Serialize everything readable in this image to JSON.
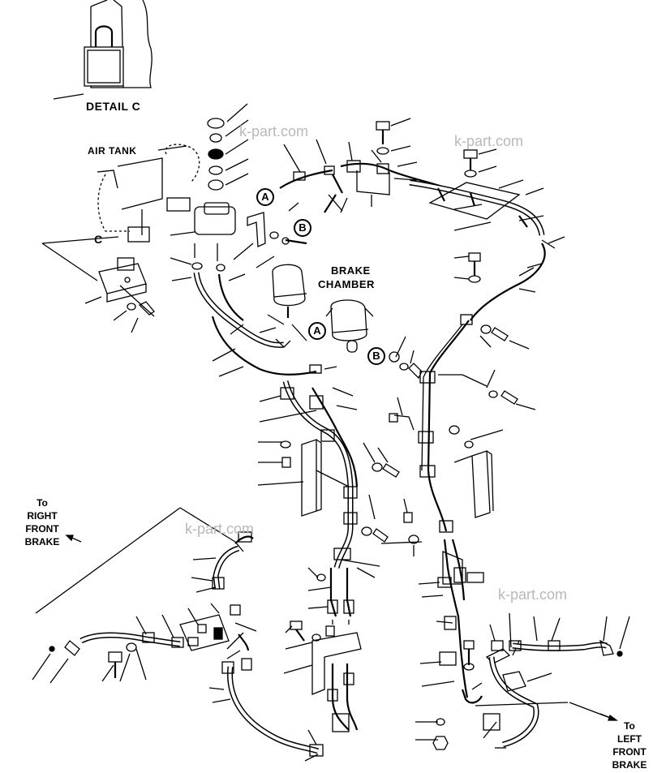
{
  "labels": {
    "detail": "DETAIL C",
    "air_tank": "AIR TANK",
    "c_marker": "C",
    "brake_chamber_line1": "BRAKE",
    "brake_chamber_line2": "CHAMBER",
    "right_brake": [
      "To",
      "RIGHT",
      "FRONT",
      "BRAKE"
    ],
    "left_brake": [
      "To",
      "LEFT",
      "FRONT",
      "BRAKE"
    ]
  },
  "callouts": {
    "a": "A",
    "b": "B"
  },
  "watermark": "k-part.com",
  "colors": {
    "ink": "#000000",
    "paper": "#ffffff",
    "watermark": "#b9b9b9"
  }
}
